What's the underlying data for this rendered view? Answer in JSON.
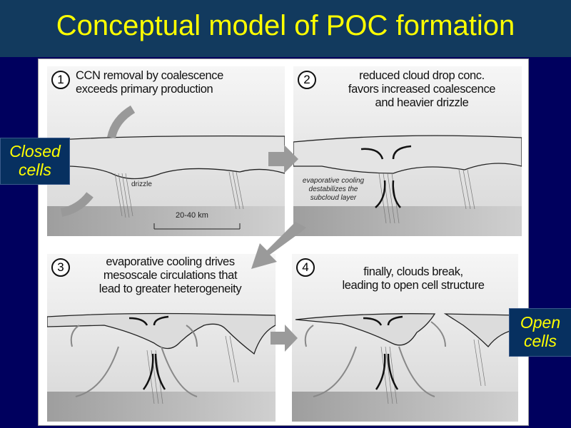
{
  "title": "Conceptual model of POC formation",
  "side_labels": {
    "closed": "Closed cells",
    "closed_l1": "Closed",
    "closed_l2": "cells",
    "open_l1": "Open",
    "open_l2": "cells"
  },
  "panels": [
    {
      "number": "1",
      "line1": "CCN removal by coalescence",
      "line2": "exceeds primary production",
      "drizzle_label": "drizzle",
      "scale_label": "20-40 km"
    },
    {
      "number": "2",
      "line1": "reduced cloud drop conc.",
      "line2": "favors increased coalescence",
      "line3": "and heavier drizzle",
      "note1": "evaporative cooling",
      "note2": "destabilizes the",
      "note3": "subcloud layer"
    },
    {
      "number": "3",
      "line1": "evaporative cooling drives",
      "line2": "mesoscale circulations that",
      "line3": "lead to greater heterogeneity"
    },
    {
      "number": "4",
      "line1": "finally, clouds break,",
      "line2": "leading to open cell structure"
    }
  ],
  "colors": {
    "background": "#00005e",
    "titlebar": "#123a5e",
    "title_text": "#ffff00"
  }
}
